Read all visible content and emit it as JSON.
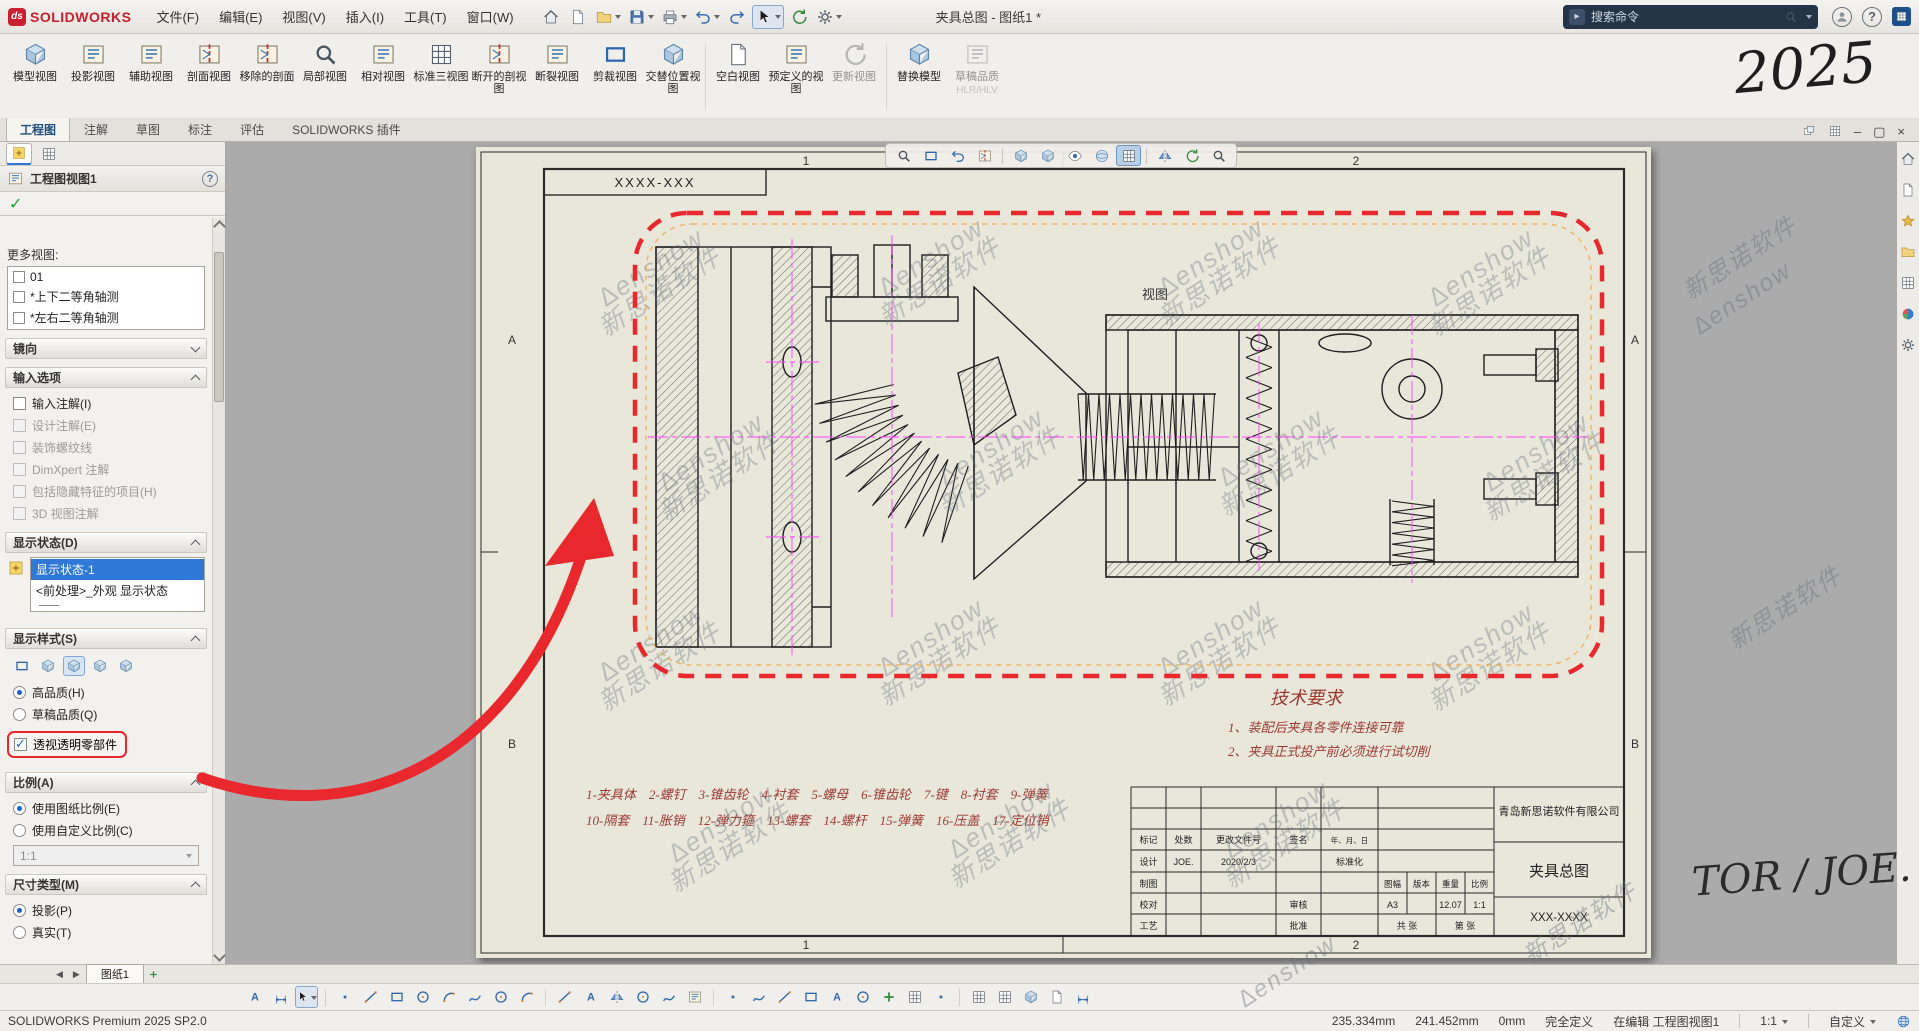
{
  "titlebar": {
    "logo_mark": "ds",
    "logo_text": "SOLIDWORKS",
    "menus": [
      "文件(F)",
      "编辑(E)",
      "视图(V)",
      "插入(I)",
      "工具(T)",
      "窗口(W)"
    ],
    "doc_title": "夹具总图 - 图纸1 *",
    "search_placeholder": "搜索命令"
  },
  "annotations": {
    "year": "2025",
    "signature": "TOR / JOE."
  },
  "ribbon": {
    "tabs": [
      {
        "label": "工程图",
        "active": true
      },
      {
        "label": "注解"
      },
      {
        "label": "草图"
      },
      {
        "label": "标注"
      },
      {
        "label": "评估"
      },
      {
        "label": "SOLIDWORKS 插件"
      }
    ],
    "buttons": [
      {
        "label": "模型视图"
      },
      {
        "label": "投影视图"
      },
      {
        "label": "辅助视图"
      },
      {
        "label": "剖面视图"
      },
      {
        "label": "移除的剖面"
      },
      {
        "label": "局部视图"
      },
      {
        "label": "相对视图"
      },
      {
        "label": "标准三视图"
      },
      {
        "label": "断开的剖视图"
      },
      {
        "label": "断裂视图"
      },
      {
        "label": "剪裁视图"
      },
      {
        "label": "交替位置视图"
      },
      {
        "label": "空白视图"
      },
      {
        "label": "预定义的视图"
      },
      {
        "label": "更新视图",
        "disabled": true
      },
      {
        "label": "替换模型"
      },
      {
        "label": "草稿品质",
        "sub": "HLR/HLV",
        "disabled": true
      }
    ]
  },
  "property_manager": {
    "title": "工程图视图1",
    "more_views_label": "更多视图:",
    "view_list": [
      "01",
      "*上下二等角轴测",
      "*左右二等角轴测"
    ],
    "orientation_header": "镜向",
    "import_header": "输入选项",
    "import_items": [
      {
        "label": "输入注解(I)",
        "disabled": false
      },
      {
        "label": "设计注解(E)",
        "disabled": true
      },
      {
        "label": "装饰螺纹线",
        "disabled": true
      },
      {
        "label": "DimXpert 注解",
        "disabled": true
      },
      {
        "label": "包括隐藏特征的项目(H)",
        "disabled": true
      },
      {
        "label": "3D 视图注解",
        "disabled": true
      }
    ],
    "display_state_header": "显示状态(D)",
    "display_states": [
      "显示状态-1",
      "<前处理>_外观 显示状态"
    ],
    "display_style_header": "显示样式(S)",
    "quality_high": "高品质(H)",
    "quality_draft": "草稿品质(Q)",
    "transparent_label": "透视透明零部件",
    "scale_header": "比例(A)",
    "scale_sheet": "使用图纸比例(E)",
    "scale_custom": "使用自定义比例(C)",
    "scale_value": "1:1",
    "dim_header": "尺寸类型(M)",
    "dim_projected": "投影(P)",
    "dim_true": "真实(T)"
  },
  "sheet": {
    "doc_number_top": "XXXX-XXX",
    "view_label": "视图",
    "zone_col_1": "1",
    "zone_col_2": "2",
    "zone_row_a": "A",
    "zone_row_b": "B",
    "tech_title": "技术要求",
    "tech_items": [
      "1、装配后夹具各零件连接可靠",
      "2、夹具正式投产前必须进行试切削"
    ],
    "parts_line1": "1-夹具体　2-螺钉　3-锥齿轮　4-衬套　5-螺母　6-锥齿轮　7-键　8-衬套　9-弹簧",
    "parts_line2": "10-隔套　11-胀销　12-弹力箍　13-螺套　14-螺杆　15-弹簧　16-压盖　17-定位销",
    "watermark_1": "∆enshow",
    "watermark_2": "新思诺软件",
    "title_block": {
      "company": "青岛新思诺软件有限公司",
      "drawing_title": "夹具总图",
      "drawing_number": "XXX-XXXX",
      "col_mark": "标记",
      "col_count": "处数",
      "col_doc": "更改文件号",
      "col_sign": "签名",
      "col_date": "年、月、日",
      "row_design": "设计",
      "design_name": "JOE.",
      "design_date": "2020/2/3",
      "std": "标准化",
      "row_draft": "制图",
      "row_check": "校对",
      "row_review": "审核",
      "row_process": "工艺",
      "row_approve": "批准",
      "size_h": "图幅",
      "ver_h": "版本",
      "weight_h": "重量",
      "scale_h": "比例",
      "size_v": "A3",
      "weight_v": "12.07",
      "scale_v": "1:1",
      "sheets_total": "共 张",
      "sheet_no": "第 张"
    }
  },
  "sheet_tabs": {
    "active": "图纸1"
  },
  "statusbar": {
    "app_version": "SOLIDWORKS Premium 2025 SP2.0",
    "coord_x": "235.334mm",
    "coord_y": "241.452mm",
    "coord_z": "0mm",
    "define_state": "完全定义",
    "editing": "在编辑 工程图视图1",
    "view_scale": "1:1",
    "units": "自定义"
  },
  "colors": {
    "accent_red": "#e8282d",
    "magenta_centerline": "#ff40ff",
    "selection_blue": "#2f78d6",
    "sheet_bg": "#e8e7da",
    "annotation_red": "#9c3a32"
  },
  "icons": {
    "solidworks-logo": "red ds badge + wordmark",
    "home-icon": "house",
    "new-doc-icon": "blank page",
    "open-icon": "folder",
    "save-icon": "floppy disk",
    "print-icon": "printer",
    "undo-icon": "curved arrow left",
    "redo-icon": "curved arrow right",
    "select-cursor-icon": "pointer arrow",
    "options-gear-icon": "gear",
    "search-icon": "magnifier",
    "user-icon": "person circle",
    "help-icon": "question circle",
    "ok-check-icon": "✓ green",
    "display-state-icon": "yellow palette square",
    "globe-icon": "blue globe",
    "add-sheet-icon": "plus",
    "chevron-icon": "collapse/expand chevron",
    "watermark": "∆enshow 新思诺软件 diagonal repeated"
  }
}
